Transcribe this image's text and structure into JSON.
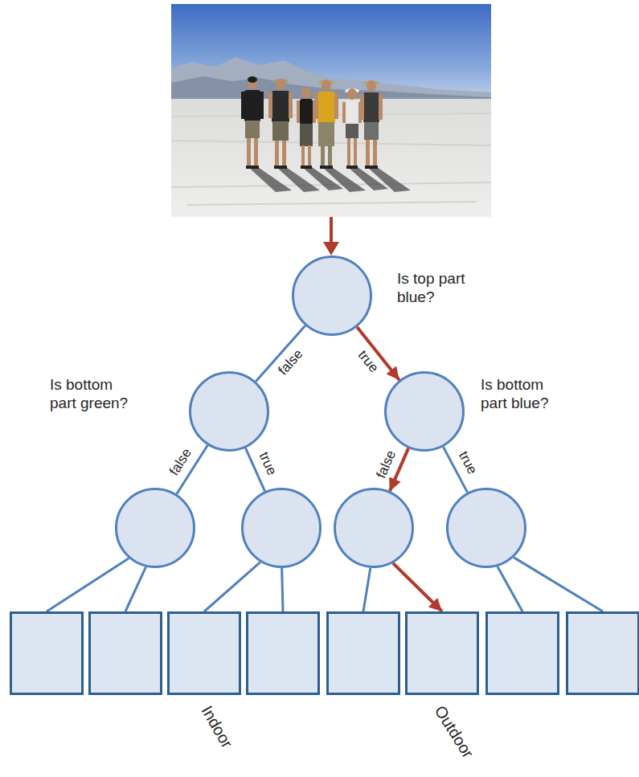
{
  "diagram": {
    "nodes": [
      {
        "text": [
          "Is top part blue?"
        ]
      },
      {
        "text": [
          "Is bottom part green?"
        ]
      },
      {
        "text": [
          "Is bottom part blue?"
        ]
      },
      {
        "text": []
      },
      {
        "text": []
      },
      {
        "text": []
      },
      {
        "text": []
      },
      {
        "text": []
      },
      {
        "text": []
      },
      {
        "text": []
      },
      {
        "text": []
      },
      {
        "text": []
      },
      {
        "text": []
      },
      {
        "text": []
      },
      {
        "text": []
      }
    ],
    "edges": [
      {
        "from": 0,
        "to": 1,
        "arrow": "none",
        "label": "false"
      },
      {
        "from": 0,
        "to": 2,
        "arrow": "to",
        "label": "true"
      },
      {
        "from": 1,
        "to": 3,
        "arrow": "none",
        "label": "false"
      },
      {
        "from": 1,
        "to": 4,
        "arrow": "none",
        "label": "true"
      },
      {
        "from": 2,
        "to": 5,
        "arrow": "to",
        "label": "false"
      },
      {
        "from": 2,
        "to": 6,
        "arrow": "none",
        "label": "true"
      },
      {
        "from": 3,
        "to": 7,
        "arrow": "none"
      },
      {
        "from": 3,
        "to": 8,
        "arrow": "none"
      },
      {
        "from": 4,
        "to": 9,
        "arrow": "none"
      },
      {
        "from": 4,
        "to": 10,
        "arrow": "none"
      },
      {
        "from": 5,
        "to": 11,
        "arrow": "none"
      },
      {
        "from": 5,
        "to": 12,
        "arrow": "to"
      },
      {
        "from": 6,
        "to": 13,
        "arrow": "none"
      },
      {
        "from": 6,
        "to": 14,
        "arrow": "none"
      }
    ],
    "labels": [
      "Indoor",
      "Outdoor"
    ]
  }
}
